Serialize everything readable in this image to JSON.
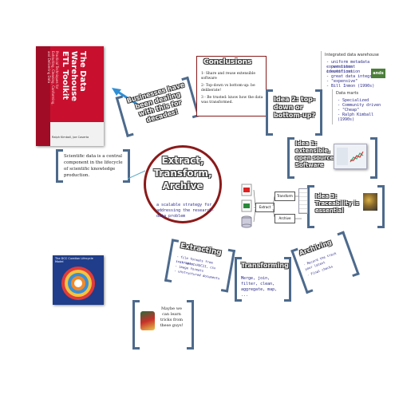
{
  "book": {
    "title_line1": "The Data",
    "title_line2": "Warehouse",
    "title_line3": "ETL Toolkit",
    "subtitle": "Practical Techniques for Extracting, Cleaning, Conforming, and Delivering Data",
    "authors": "Ralph Kimball, Joe Caserta"
  },
  "businesses_card": "Businesses have been dealing with this for decades!",
  "scientific_note": "Scientific data is a central component in the lifecycle of scientific knowledge production.",
  "conclusions": {
    "title": "Conclusions",
    "lines": [
      "1- Share and reuse extensible software",
      "2- Top-down vs bottom-up: be deliberate!",
      "3 - Be trusted: know how the data was transformed."
    ]
  },
  "integrated_dw": {
    "title": "Integrated data warehouse",
    "bullets": [
      "- uniform metadata conventions",
      "- persistent identification",
      "  conventions",
      "- great data integration",
      "- \"expensive\"",
      "- Bill Inmon (1990s)"
    ],
    "logo": "ands"
  },
  "data_marts": {
    "title": "Data marts",
    "bullets": [
      "- Specialized",
      "- Community driven",
      "- \"Cheap\"",
      "- Ralph Kimball (1990s)"
    ]
  },
  "idea2": "Idea 2: top-down or bottom-up?",
  "idea1": "Idea 1: extensible, open source Software",
  "idea3": "Idea 3: Traceability is essential",
  "center": {
    "title_line1": "Extract,",
    "title_line2": "Transform,",
    "title_line3": "Archive",
    "subtitle": "a scalable strategy for addressing the research-data problem"
  },
  "etl_diagram": {
    "box1": "Extract",
    "box2": "Transform",
    "box3": "Archive"
  },
  "dcc": {
    "title": "The DCC Curation Lifecycle Model"
  },
  "extracting": {
    "title": "Extracting",
    "bullets": [
      "- file formats from instruments",
      "- scripts, ASCII, csv",
      "- image formats",
      "- unstructured documents"
    ]
  },
  "transforming": {
    "title": "Transforming",
    "text": "Merge, join, filter, clean, aggregate, map, ..."
  },
  "archiving": {
    "title": "Archiving",
    "bullets": [
      "- Record the track your latest",
      "- Final checks"
    ]
  },
  "maybe_note": "Maybe we can learn tricks from these guys!",
  "colors": {
    "bracket": "#4d6a8c",
    "accent_red": "#8b1a1a",
    "arrow_blue": "#2f8fd6",
    "book_red": "#c8102e"
  }
}
